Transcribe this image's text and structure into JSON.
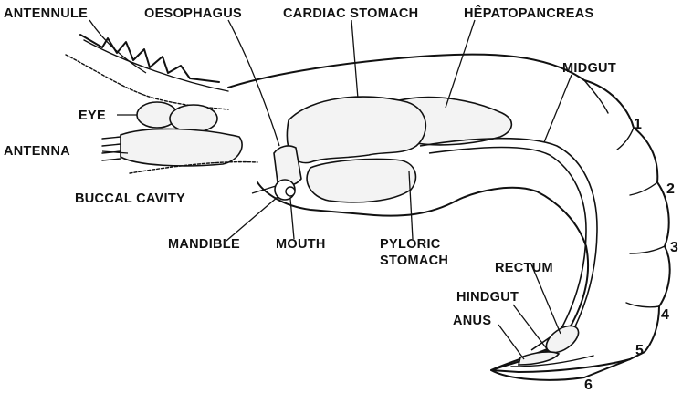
{
  "labels": {
    "antennule": "ANTENNULE",
    "oesophagus": "OESOPHAGUS",
    "cardiac_stomach": "CARDIAC STOMACH",
    "hepatopancreas": "HÊPATOPANCREAS",
    "midgut": "MIDGUT",
    "eye": "EYE",
    "antenna": "ANTENNA",
    "buccal_cavity": "BUCCAL CAVITY",
    "mandible": "MANDIBLE",
    "mouth": "MOUTH",
    "pyloric": "PYLORIC",
    "stomach": "STOMACH",
    "rectum": "RECTUM",
    "hindgut": "HINDGUT",
    "anus": "ANUS"
  },
  "segments": [
    "1",
    "2",
    "3",
    "4",
    "5",
    "6"
  ]
}
